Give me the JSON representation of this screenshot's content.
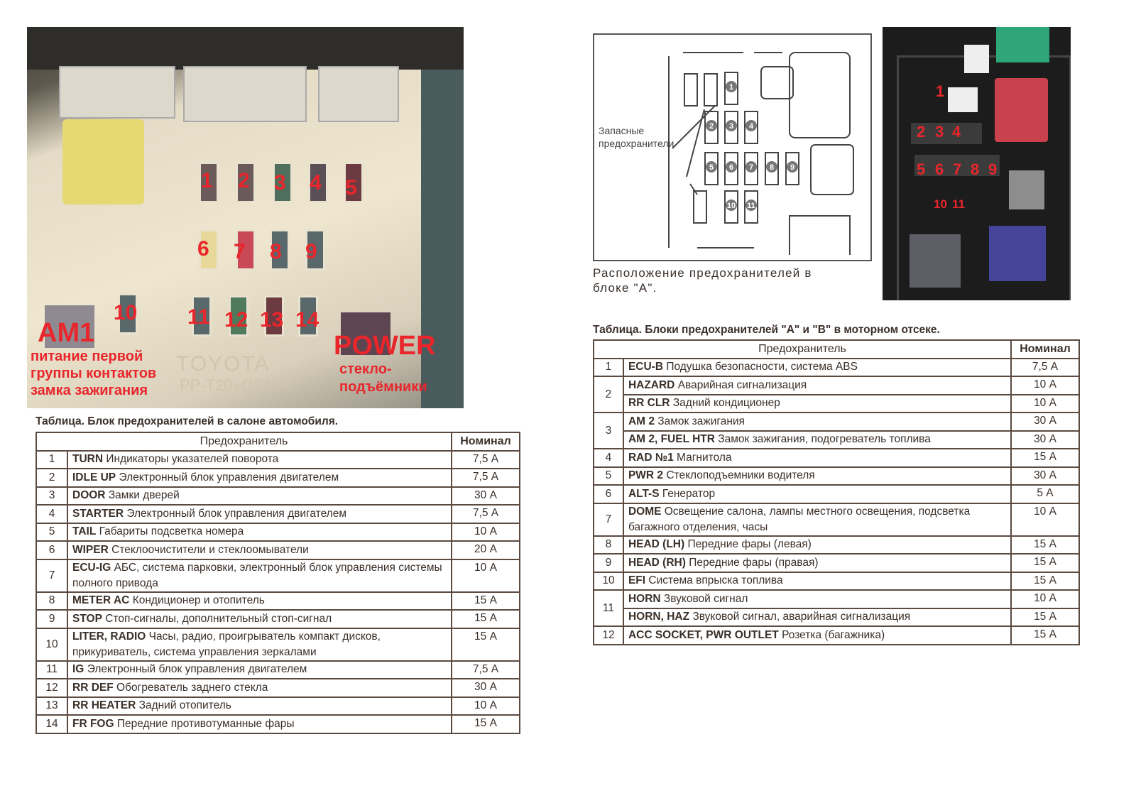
{
  "left_photo": {
    "fuse_numbers": [
      "1",
      "2",
      "3",
      "4",
      "5",
      "6",
      "7",
      "8",
      "9",
      "10",
      "11",
      "12",
      "13",
      "14"
    ],
    "am1_label": "AM1",
    "am1_desc_lines": [
      "питание первой",
      "группы контактов",
      "замка зажигания"
    ],
    "power_label": "POWER",
    "power_desc_lines": [
      "стекло-",
      "подъёмники"
    ],
    "brand_text": "TOYOTA",
    "part_text": "PP-T20+GF10K"
  },
  "diagram": {
    "spare_label_lines": [
      "Запасные",
      "предохранители"
    ],
    "fuse_numbers": [
      "1",
      "2",
      "3",
      "4",
      "5",
      "6",
      "7",
      "8",
      "9",
      "10",
      "11"
    ],
    "caption_lines": [
      "Расположение предохранителей в",
      "блоке \"А\"."
    ]
  },
  "right_photo": {
    "fuse_numbers": [
      "1",
      "2",
      "3",
      "4",
      "5",
      "6",
      "7",
      "8",
      "9",
      "10",
      "11"
    ]
  },
  "cabin_table": {
    "caption": "Таблица. Блок предохранителей в салоне автомобиля.",
    "header_fuse": "Предохранитель",
    "header_rating": "Номинал",
    "groups": [
      {
        "num": "1",
        "items": [
          {
            "code": "TURN",
            "desc": "Индикаторы указателей поворота",
            "value": "7,5 А"
          }
        ]
      },
      {
        "num": "2",
        "items": [
          {
            "code": "IDLE UP",
            "desc": "Электронный блок управления двигателем",
            "value": "7,5 А"
          }
        ]
      },
      {
        "num": "3",
        "items": [
          {
            "code": "DOOR",
            "desc": "Замки дверей",
            "value": "30 А"
          }
        ]
      },
      {
        "num": "4",
        "items": [
          {
            "code": "STARTER",
            "desc": "Электронный блок управления двигателем",
            "value": "7,5 А"
          }
        ]
      },
      {
        "num": "5",
        "items": [
          {
            "code": "TAIL",
            "desc": "Габариты подсветка номера",
            "value": "10 А"
          }
        ]
      },
      {
        "num": "6",
        "items": [
          {
            "code": "WIPER",
            "desc": "Стеклоочистители и стеклоомыватели",
            "value": "20 А"
          }
        ]
      },
      {
        "num": "7",
        "items": [
          {
            "code": "ECU-IG",
            "desc": "АБС, система парковки, электронный блок управления системы полного привода",
            "value": "10 А"
          }
        ]
      },
      {
        "num": "8",
        "items": [
          {
            "code": "METER AC",
            "desc": "Кондиционер и отопитель",
            "value": "15 А"
          }
        ]
      },
      {
        "num": "9",
        "items": [
          {
            "code": "STOP",
            "desc": "Стоп-сигналы, дополнительный стоп-сигнал",
            "value": "15 А"
          }
        ]
      },
      {
        "num": "10",
        "items": [
          {
            "code": "LITER, RADIO",
            "desc": "Часы, радио, проигрыватель компакт дисков, прикуриватель, система управления зеркалами",
            "value": "15 А"
          }
        ]
      },
      {
        "num": "11",
        "items": [
          {
            "code": "IG",
            "desc": "Электронный блок управления двигателем",
            "value": "7,5 А"
          }
        ]
      },
      {
        "num": "12",
        "items": [
          {
            "code": "RR DEF",
            "desc": "Обогреватель заднего стекла",
            "value": "30 А"
          }
        ]
      },
      {
        "num": "13",
        "items": [
          {
            "code": "RR HEATER",
            "desc": "Задний отопитель",
            "value": "10 А"
          }
        ]
      },
      {
        "num": "14",
        "items": [
          {
            "code": "FR FOG",
            "desc": "Передние противотуманные фары",
            "value": "15 А"
          }
        ]
      }
    ]
  },
  "engine_table": {
    "caption": "Таблица. Блоки предохранителей \"А\" и \"В\" в моторном отсеке.",
    "header_fuse": "Предохранитель",
    "header_rating": "Номинал",
    "groups": [
      {
        "num": "1",
        "items": [
          {
            "code": "ECU-B",
            "desc": "Подушка безопасности, система ABS",
            "value": "7,5 А"
          }
        ]
      },
      {
        "num": "2",
        "items": [
          {
            "code": "HAZARD",
            "desc": "Аварийная сигнализация",
            "value": "10 А"
          },
          {
            "code": "RR CLR",
            "desc": "Задний кондиционер",
            "value": "10 А"
          }
        ]
      },
      {
        "num": "3",
        "items": [
          {
            "code": "AM 2",
            "desc": "Замок зажигания",
            "value": "30 А"
          },
          {
            "code": "AM 2, FUEL HTR",
            "desc": "Замок зажигания, подогреватель топлива",
            "value": "30 А"
          }
        ]
      },
      {
        "num": "4",
        "items": [
          {
            "code": "RAD №1",
            "desc": "Магнитола",
            "value": "15 А"
          }
        ]
      },
      {
        "num": "5",
        "items": [
          {
            "code": "PWR 2",
            "desc": "Стеклоподъемники водителя",
            "value": "30 А"
          }
        ]
      },
      {
        "num": "6",
        "items": [
          {
            "code": "ALT-S",
            "desc": "Генератор",
            "value": "5 А"
          }
        ]
      },
      {
        "num": "7",
        "items": [
          {
            "code": "DOME",
            "desc": "Освещение салона, лампы местного освещения, подсветка багажного отделения, часы",
            "value": "10 А"
          }
        ]
      },
      {
        "num": "8",
        "items": [
          {
            "code": "HEAD (LH)",
            "desc": "Передние фары (левая)",
            "value": "15 А"
          }
        ]
      },
      {
        "num": "9",
        "items": [
          {
            "code": "HEAD (RH)",
            "desc": "Передние фары (правая)",
            "value": "15 А"
          }
        ]
      },
      {
        "num": "10",
        "items": [
          {
            "code": "EFI",
            "desc": "Система впрыска топлива",
            "value": "15 А"
          }
        ]
      },
      {
        "num": "11",
        "items": [
          {
            "code": "HORN",
            "desc": "Звуковой сигнал",
            "value": "10 А"
          },
          {
            "code": "HORN, HAZ",
            "desc": "Звуковой сигнал, аварийная сигнализация",
            "value": "15 А"
          }
        ]
      },
      {
        "num": "12",
        "items": [
          {
            "code": "ACC SOCKET, PWR OUTLET",
            "desc": "Розетка (багажника)",
            "value": "15 А"
          }
        ]
      }
    ]
  }
}
